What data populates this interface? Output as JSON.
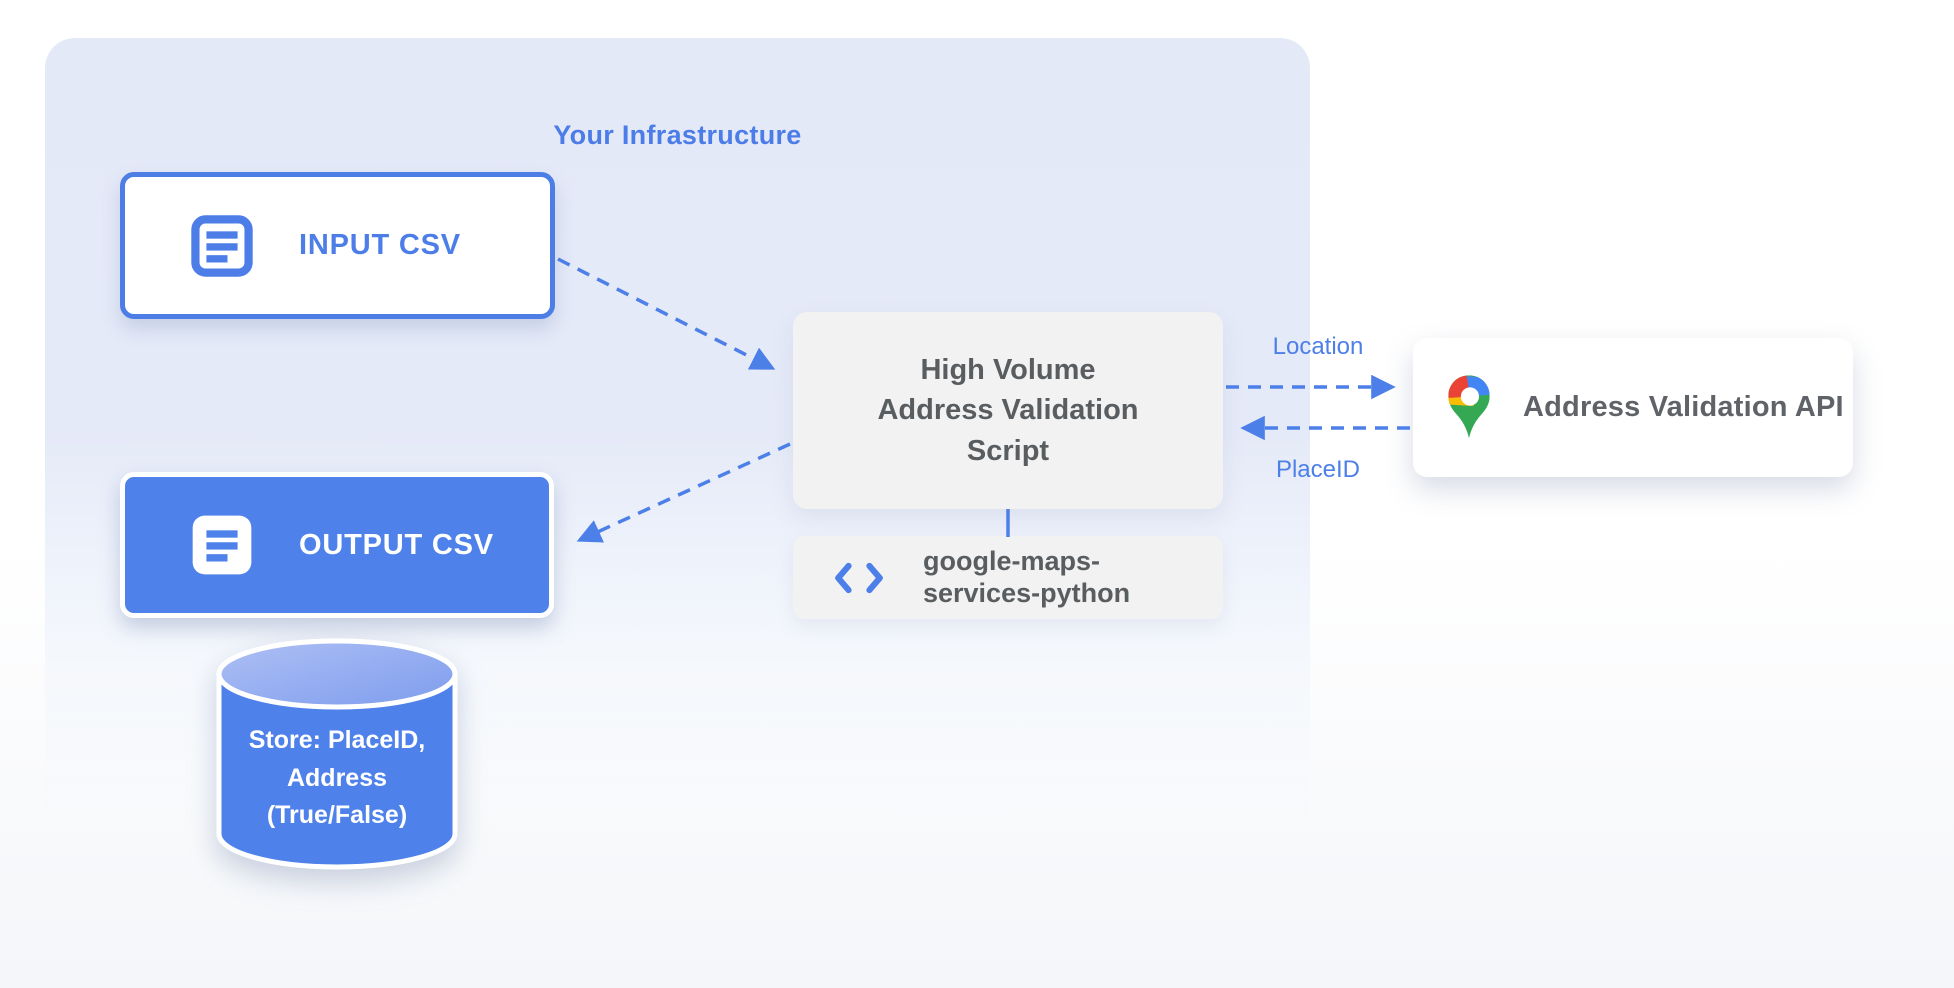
{
  "colors": {
    "accent_blue": "#4d7ee8",
    "container_blue": "#e4e9f8",
    "box_gray": "#f2f2f2",
    "dark_gray_text": "#595d60",
    "fill_blue": "#4e82ea",
    "cylinder_top_blue": "#93abf0",
    "pin_red": "#EA4335",
    "pin_blue": "#4285F4",
    "pin_yellow": "#FBBC04",
    "pin_green": "#34A853",
    "white": "#ffffff"
  },
  "infrastructure": {
    "title": "Your Infrastructure",
    "input_csv": {
      "label": "INPUT CSV",
      "icon": "document-icon"
    },
    "output_csv": {
      "label": "OUTPUT CSV",
      "icon": "document-icon"
    },
    "script": {
      "label": "High Volume\nAddress Validation\nScript"
    },
    "library": {
      "label": "google-maps-\nservices-python",
      "icon": "code-icon"
    },
    "datastore": {
      "label": "Store: PlaceID,\nAddress\n(True/False)"
    }
  },
  "api": {
    "label": "Address Validation API",
    "icon": "google-maps-pin-icon"
  },
  "flows": {
    "location": "Location",
    "placeid": "PlaceID"
  }
}
